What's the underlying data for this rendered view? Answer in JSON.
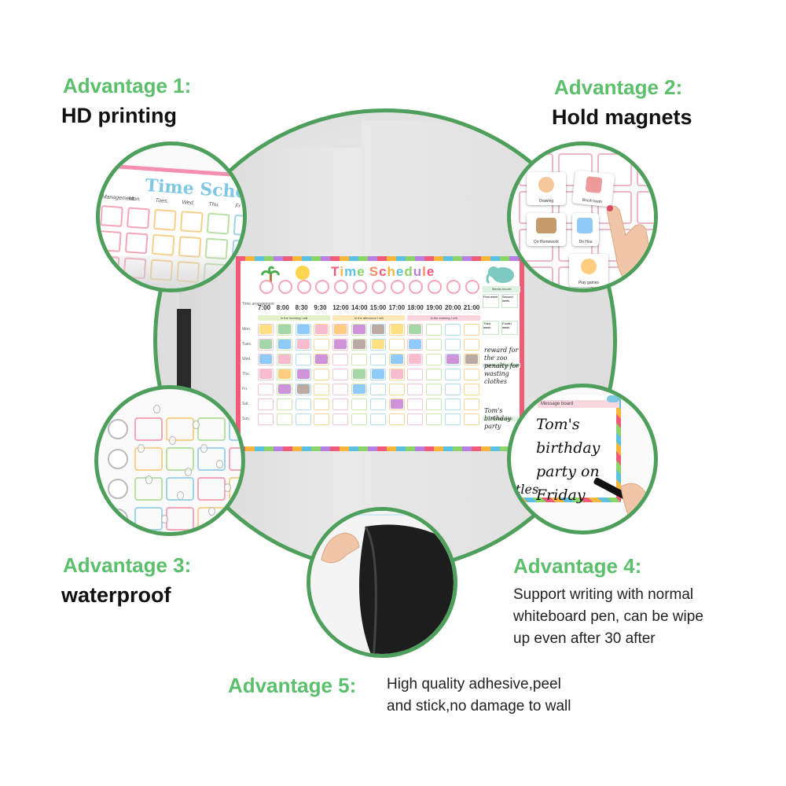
{
  "advantages": [
    {
      "title": "Advantage 1:",
      "subtitle": "HD printing"
    },
    {
      "title": "Advantage 2:",
      "subtitle": "Hold magnets"
    },
    {
      "title": "Advantage 3:",
      "subtitle": "waterproof"
    },
    {
      "title": "Advantage 4:",
      "body_lines": [
        "Support writing with normal",
        "whiteboard pen, can be wipe",
        "up even after 30 after"
      ]
    },
    {
      "title": "Advantage 5:",
      "body_lines": [
        "High quality adhesive,peel",
        "and stick,no damage to wall"
      ]
    }
  ],
  "poster": {
    "title": "Time Schedule",
    "times": [
      "7:00",
      "8:00",
      "8:30",
      "9:30",
      "12:00",
      "14:00",
      "15:00",
      "17:00",
      "18:00",
      "19:00",
      "20:00",
      "21:00"
    ],
    "days": [
      "Mon.",
      "Tues.",
      "Wed.",
      "Thu.",
      "Fri.",
      "Sat.",
      "Sun."
    ],
    "row_header": "Time arrangement",
    "sections": [
      "In the morning I will",
      "In the afternoon I will",
      "In the evening I will"
    ],
    "weeks_header": "Weeks record",
    "weeks": [
      "First week",
      "Second week",
      "Third week",
      "Fourth week"
    ],
    "reward_header": "Guide for reward and penalty",
    "reward_note": [
      "reward for",
      "the zoo",
      "penalty for",
      "wasting",
      "clothes"
    ],
    "message_header": "Message board",
    "message_note": [
      "Tom's",
      "birthday",
      "party"
    ]
  },
  "hd_detail": {
    "title": "Time Sche",
    "days": [
      "Management",
      "Mon.",
      "Tues.",
      "Wed.",
      "Thu.",
      "Fr"
    ]
  },
  "magnets": [
    {
      "label": "Drawing"
    },
    {
      "label": "Brush teeth"
    },
    {
      "label": "Do Homework"
    },
    {
      "label": "Do Hou"
    },
    {
      "label": "Play games"
    }
  ],
  "message_board": {
    "header": "Message board",
    "lines": [
      "Tom's birthday",
      "party on",
      "Friday"
    ],
    "edge": "tles"
  },
  "colors": {
    "accent_green": "#5cbf6c",
    "circle_border": "#4f9f5c"
  }
}
